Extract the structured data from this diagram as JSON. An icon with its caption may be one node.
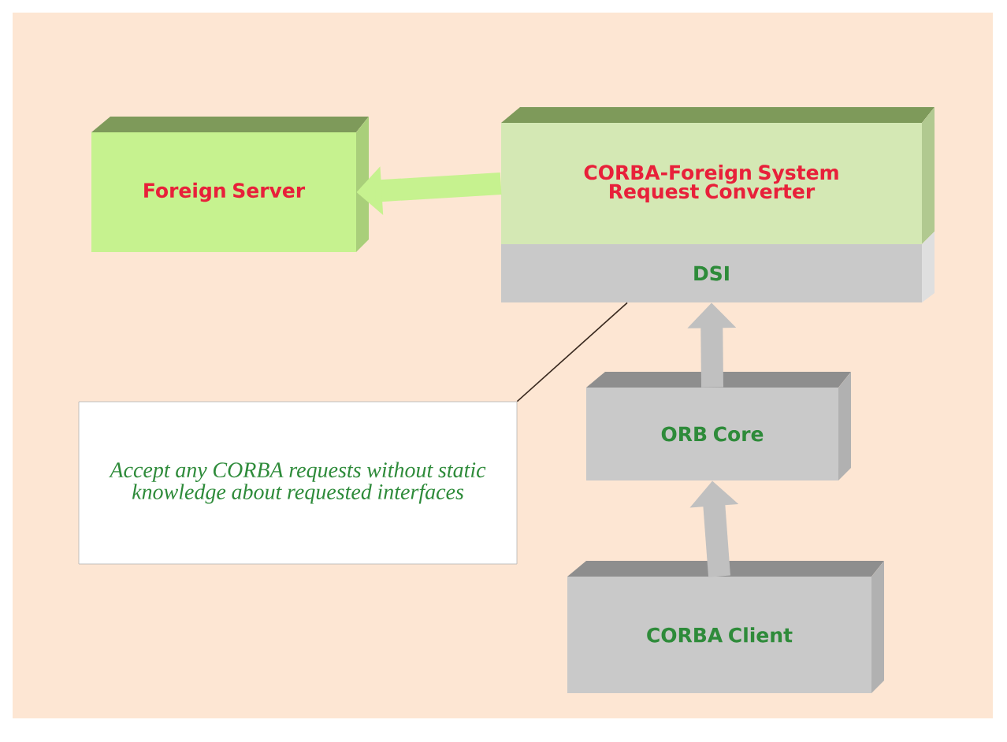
{
  "diagram": {
    "nodes": [
      {
        "text": [
          "Foreign Server"
        ]
      },
      {
        "text": [
          "CORBA-Foreign System Request Converter"
        ]
      },
      {
        "text": [
          "DSI"
        ]
      },
      {
        "text": [
          "ORB Core"
        ]
      },
      {
        "text": [
          "CORBA Client"
        ]
      },
      {
        "text": [
          "Accept any CORBA requests without static knowledge about requested interfaces"
        ]
      }
    ],
    "edges": [
      {
        "from": 1,
        "to": 0,
        "arrow": "to",
        "color": "#c6f28f"
      },
      {
        "from": 3,
        "to": 2,
        "arrow": "to"
      },
      {
        "from": 4,
        "to": 3,
        "arrow": "to"
      },
      {
        "from": 5,
        "to": 2,
        "arrow": "none",
        "color": "#3a2a20"
      }
    ]
  }
}
